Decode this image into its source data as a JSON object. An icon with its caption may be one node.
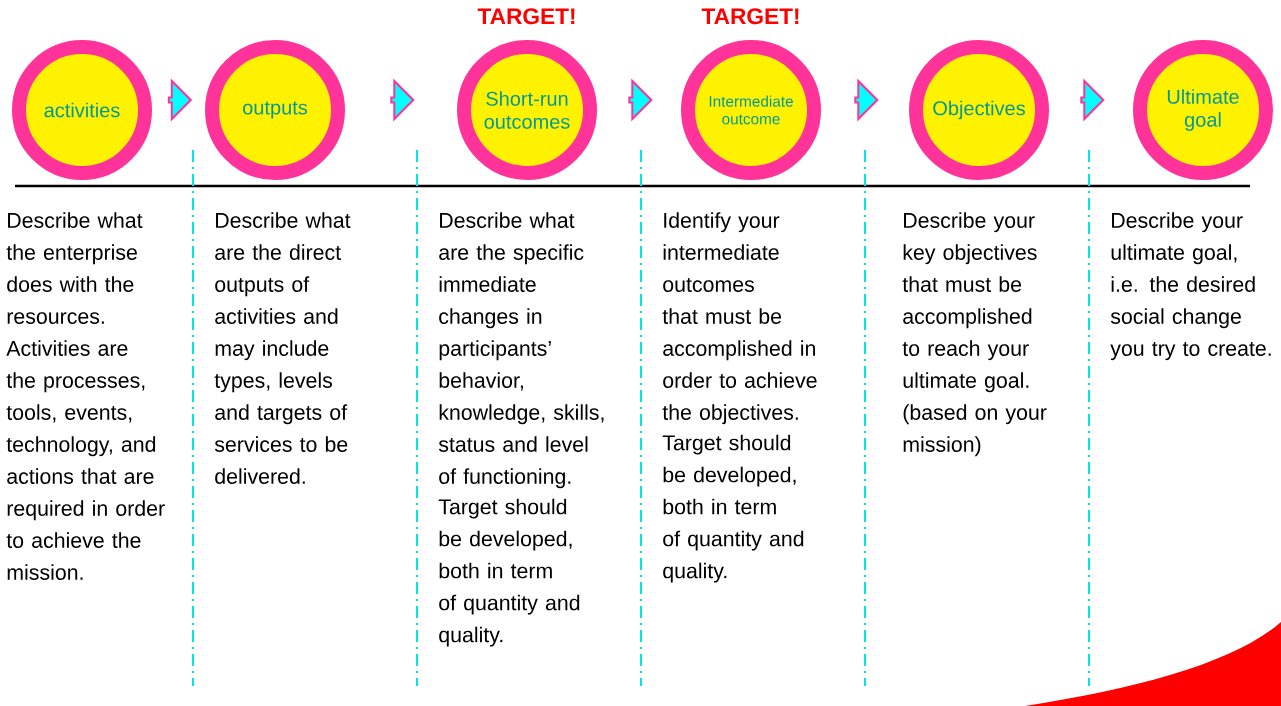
{
  "diagram": {
    "nodes": [
      {
        "text": [
          "activities"
        ],
        "beside": [
          "Describe what the enterprise does with the resources. Activities are the processes, tools, events, technology, and actions that are required in order to achieve the mission."
        ]
      },
      {
        "text": [
          "outputs"
        ],
        "beside": [
          "Describe what are the direct outputs of activities and may include types, levels and targets of services to be delivered."
        ]
      },
      {
        "text": [
          "Short-run outcomes"
        ],
        "beside": [
          "Describe what are the specific immediate changes in participants’ behavior, knowledge, skills, status and level of functioning.",
          "Target should be developed, both in term of quantity and quality."
        ]
      },
      {
        "text": [
          "Intermediate outcome"
        ],
        "beside": [
          "Identify your intermediate outcomes that must be accomplished in order to achieve the objectives.",
          "Target should be developed, both in term of quantity and quality."
        ]
      },
      {
        "text": [
          "Objectives"
        ],
        "beside": [
          "Describe your key objectives that must be accomplished to reach your ultimate goal. (based on your mission)"
        ]
      },
      {
        "text": [
          "Ultimate goal"
        ],
        "beside": [
          "Describe your ultimate goal, i.e. the desired social change you try to create."
        ]
      }
    ],
    "edges": [
      {
        "from": 0,
        "to": 1,
        "arrow": "to"
      },
      {
        "from": 1,
        "to": 2,
        "arrow": "to"
      },
      {
        "from": 2,
        "to": 3,
        "arrow": "to"
      },
      {
        "from": 3,
        "to": 4,
        "arrow": "to"
      },
      {
        "from": 4,
        "to": 5,
        "arrow": "to"
      }
    ],
    "labels": [
      "TARGET!",
      "TARGET!"
    ]
  }
}
